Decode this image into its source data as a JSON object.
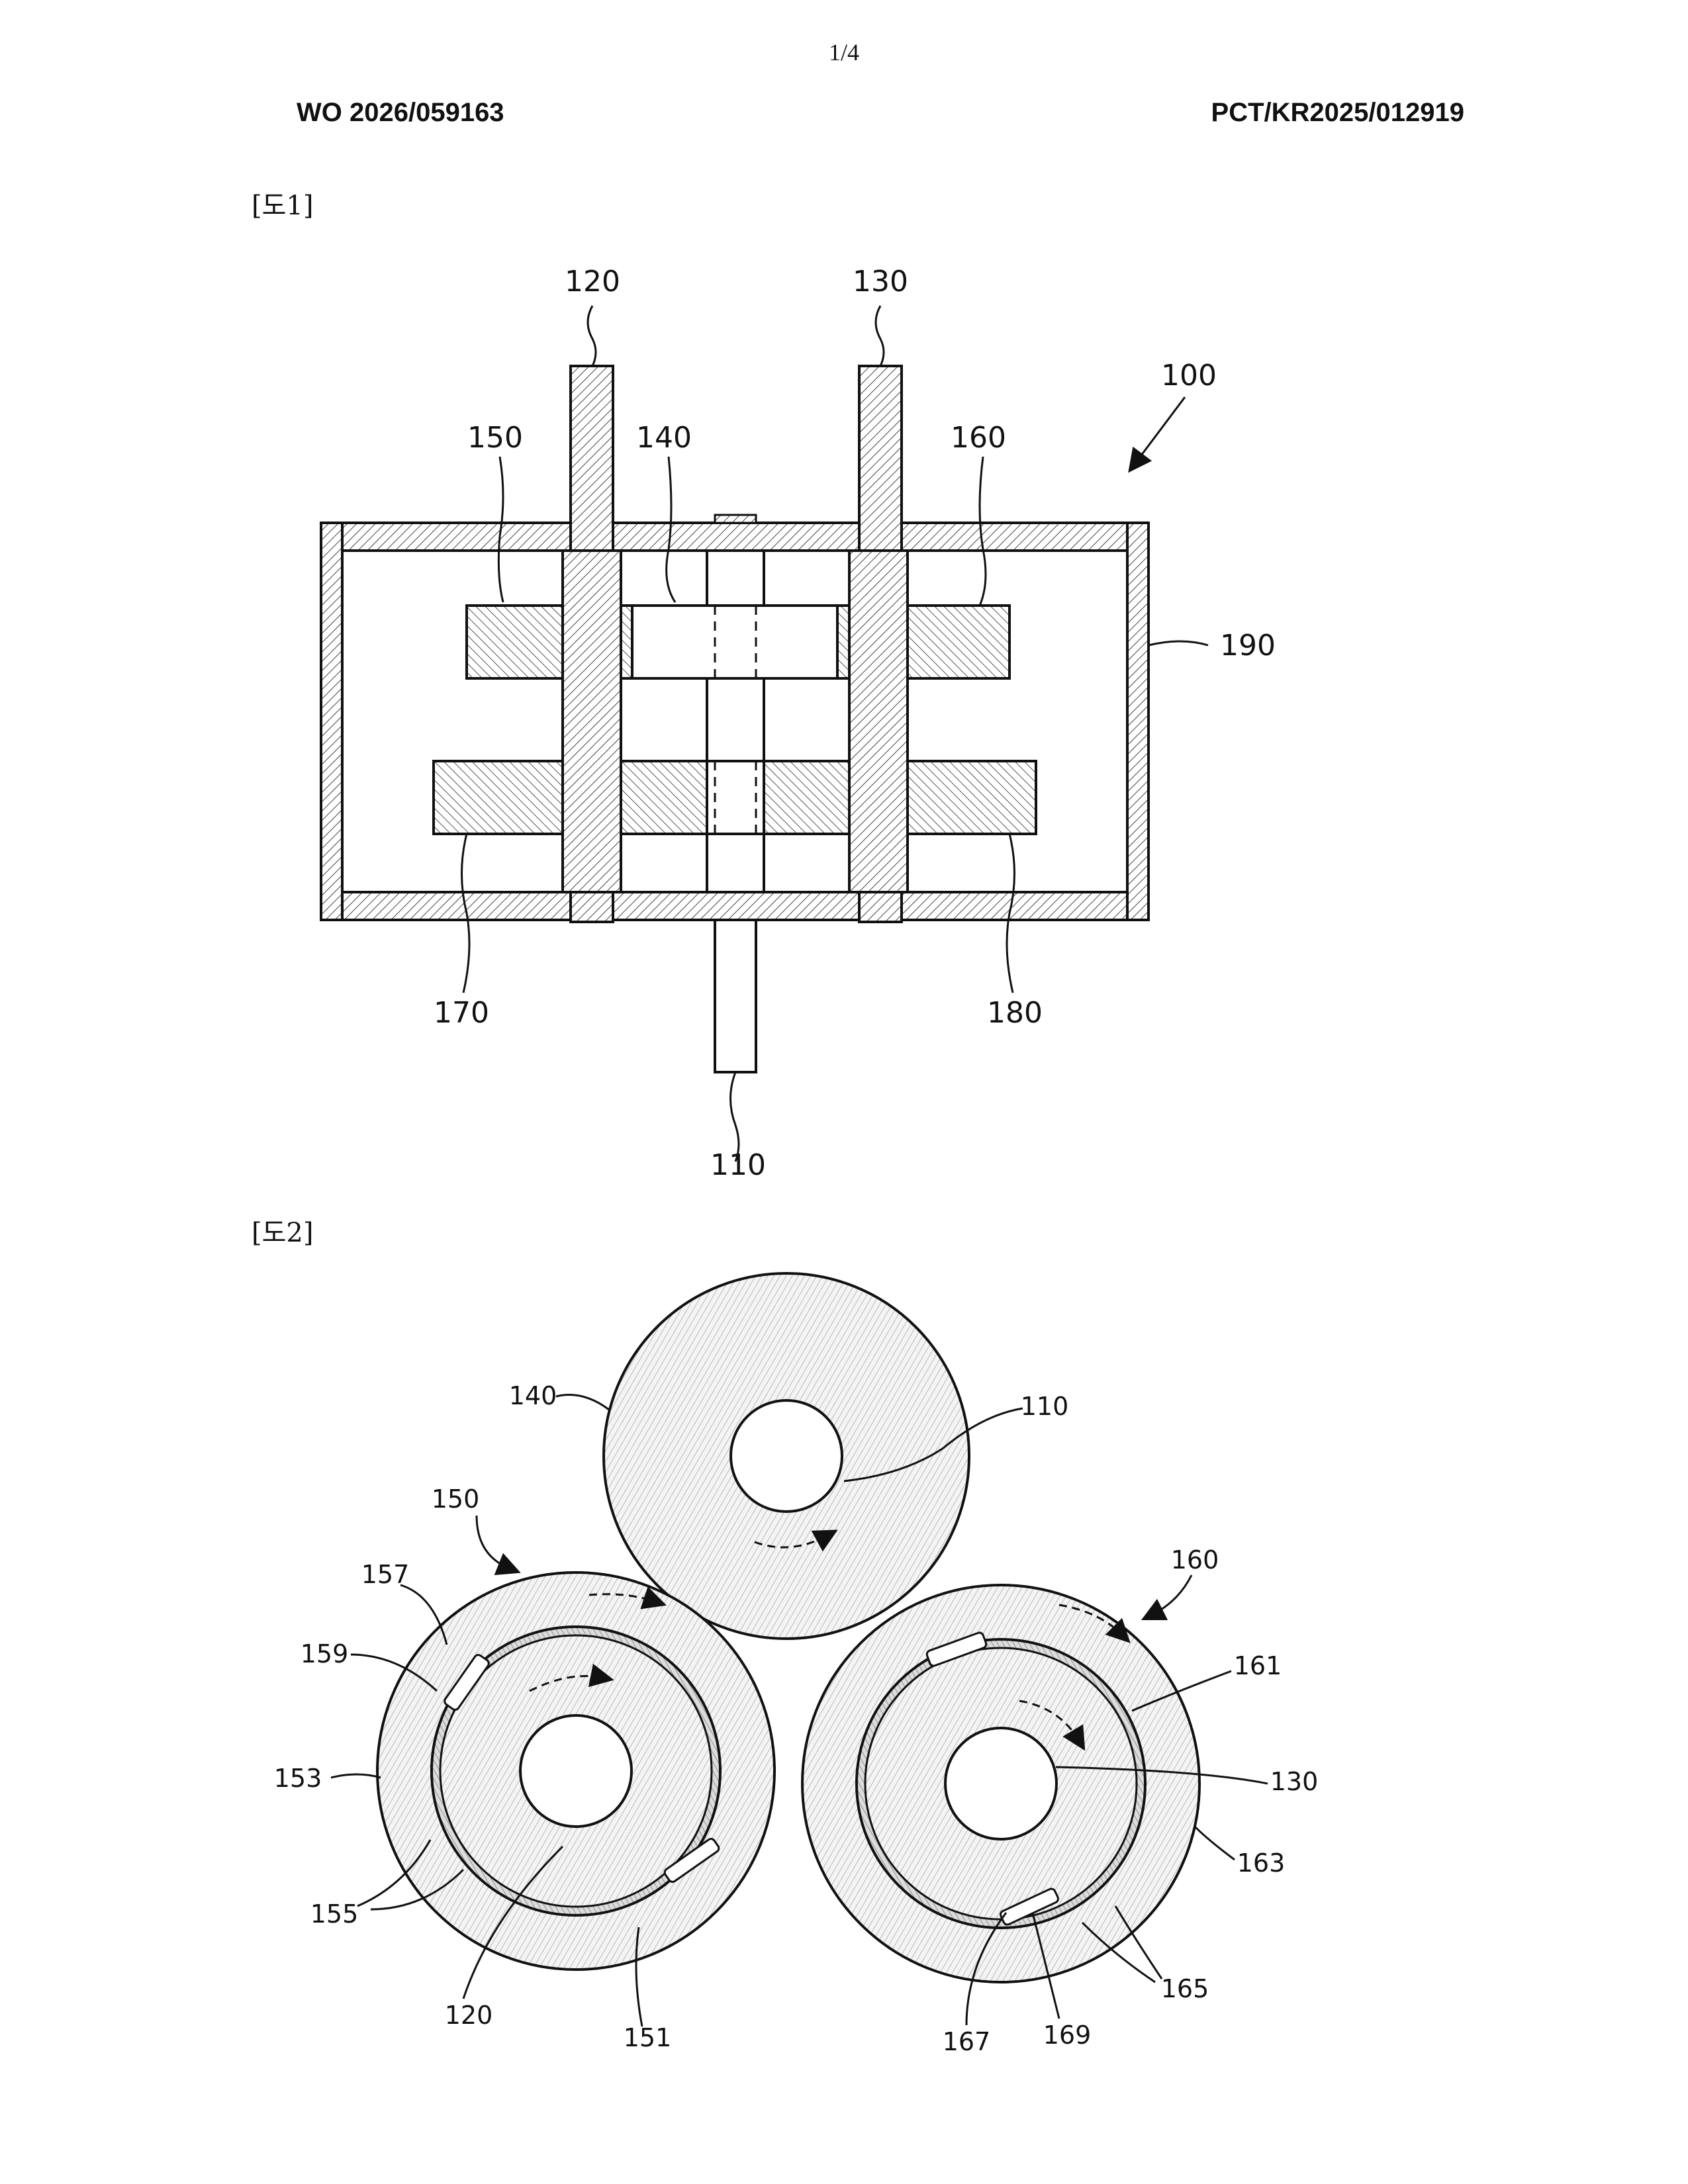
{
  "header": {
    "page_number": "1/4",
    "publication_number": "WO 2026/059163",
    "application_number": "PCT/KR2025/012919"
  },
  "figures": [
    {
      "label": "[도1]",
      "reference_numerals": {
        "assembly": "100",
        "shaft_center": "110",
        "shaft_left": "120",
        "shaft_right": "130",
        "center_gear": "140",
        "upper_left_gear": "150",
        "upper_right_gear": "160",
        "lower_left_gear": "170",
        "lower_right_gear": "180",
        "housing": "190"
      }
    },
    {
      "label": "[도2]",
      "reference_numerals": {
        "center_gear": "140",
        "center_shaft": "110",
        "left_assembly": "150",
        "left_pawl": "157",
        "left_spring": "159",
        "left_outer_ring": "153",
        "left_teeth": "155",
        "left_shaft": "120",
        "left_inner_ring": "151",
        "right_assembly": "160",
        "right_inner_ring": "161",
        "right_shaft": "130",
        "right_outer_ring": "163",
        "right_teeth": "165",
        "right_pawl": "167",
        "right_spring": "169"
      }
    }
  ]
}
